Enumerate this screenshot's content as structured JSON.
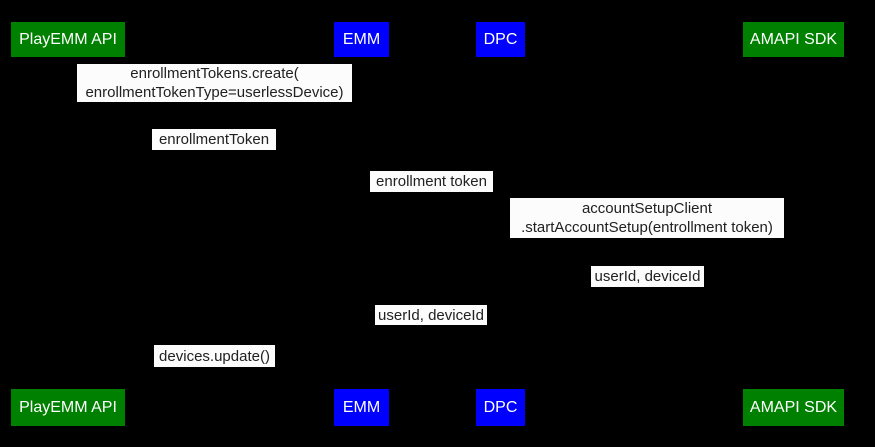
{
  "colors": {
    "background": "#000000",
    "actor_green": "#008000",
    "actor_blue": "#0000ff",
    "message_label_bg": "#fcfcfc",
    "message_label_text": "#212121",
    "actor_text": "#ffffff"
  },
  "actors_top": [
    {
      "label": "PlayEMM API",
      "color": "green"
    },
    {
      "label": "EMM",
      "color": "blue"
    },
    {
      "label": "DPC",
      "color": "blue"
    },
    {
      "label": "AMAPI SDK",
      "color": "green"
    }
  ],
  "actors_bottom": [
    {
      "label": "PlayEMM API",
      "color": "green"
    },
    {
      "label": "EMM",
      "color": "blue"
    },
    {
      "label": "DPC",
      "color": "blue"
    },
    {
      "label": "AMAPI SDK",
      "color": "green"
    }
  ],
  "messages": [
    {
      "label": "enrollmentTokens.create(\nenrollmentTokenType=userlessDevice)"
    },
    {
      "label": "enrollmentToken"
    },
    {
      "label": "enrollment token"
    },
    {
      "label": "accountSetupClient\n.startAccountSetup(entrollment token)"
    },
    {
      "label": "userId, deviceId"
    },
    {
      "label": "userId, deviceId"
    },
    {
      "label": "devices.update()"
    }
  ]
}
